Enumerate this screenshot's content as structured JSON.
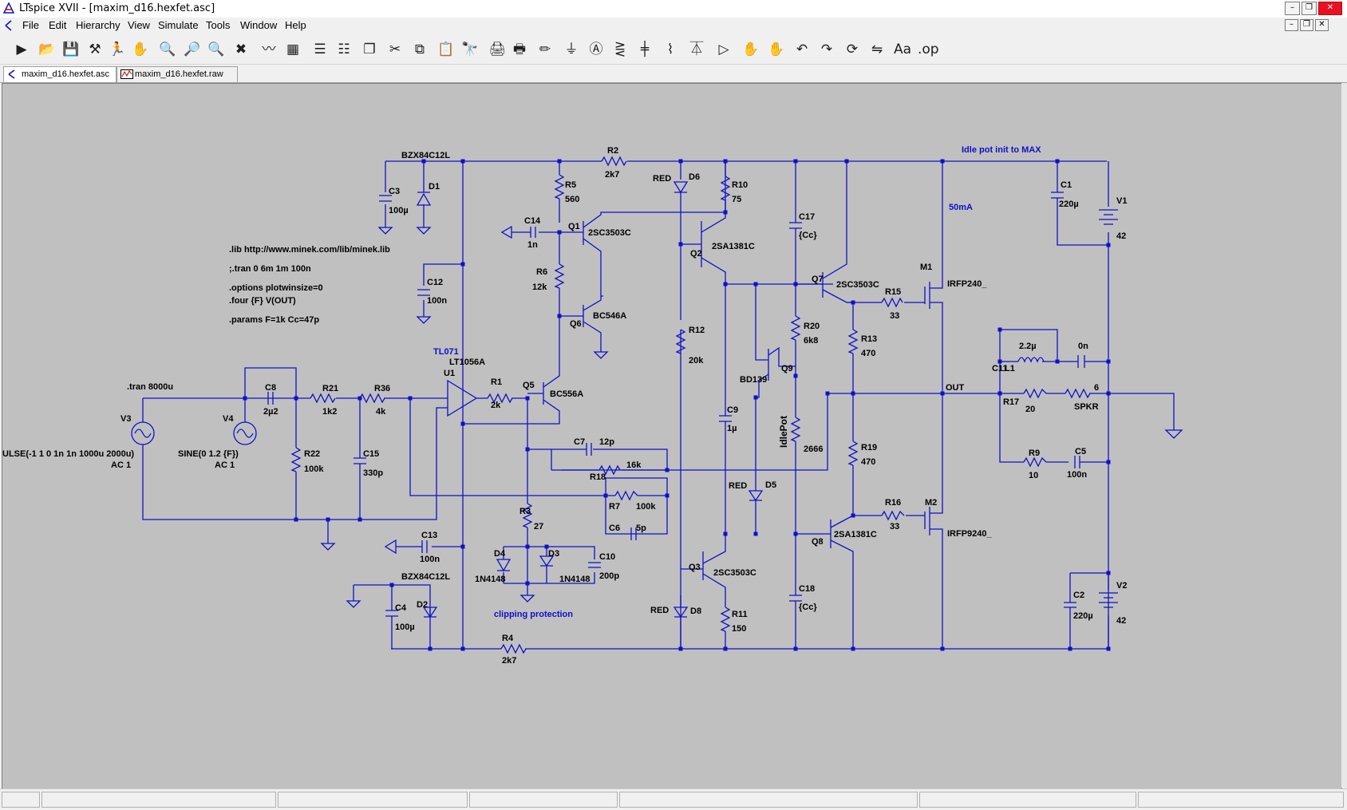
{
  "window": {
    "title": "LTspice XVII - [maxim_d16.hexfet.asc]"
  },
  "menu": [
    "File",
    "Edit",
    "Hierarchy",
    "View",
    "Simulate",
    "Tools",
    "Window",
    "Help"
  ],
  "toolbar_icons": [
    "run-icon",
    "open-icon",
    "save-icon",
    "control-panel-icon",
    "halt-icon",
    "pan-icon",
    "zoom-in-icon",
    "zoom-back-icon",
    "zoom-out-icon",
    "zoom-fit-icon",
    "autorange-icon",
    "grid-icon",
    "tile-vertical-icon",
    "tile-horizontal-icon",
    "cascade-icon",
    "cut-icon",
    "copy-icon",
    "paste-icon",
    "find-icon",
    "print-icon",
    "print-setup-icon",
    "draw-wire-icon",
    "ground-icon",
    "label-net-icon",
    "resistor-icon",
    "capacitor-icon",
    "inductor-icon",
    "diode-icon",
    "component-icon",
    "move-icon",
    "drag-icon",
    "undo-icon",
    "redo-icon",
    "rotate-icon",
    "mirror-icon",
    "text-icon",
    "spice-directive-icon"
  ],
  "tabs": [
    {
      "label": "maxim_d16.hexfet.asc",
      "active": true
    },
    {
      "label": "maxim_d16.hexfet.raw",
      "active": false
    }
  ],
  "schematic": {
    "directives": [
      ".lib http://www.minek.com/lib/minek.lib",
      ";.tran 0 6m 1m 100n",
      ".options plotwinsize=0",
      ".four {F} V(OUT)",
      ".params F=1k Cc=47p",
      ".tran 8000u"
    ],
    "notes": [
      "Idle pot init to MAX",
      "50mA",
      "clipping protection"
    ],
    "labels": {
      "bzx_top": "BZX84C12L",
      "bzx_bot": "BZX84C12L",
      "R2": "R2",
      "R2v": "2k7",
      "R5": "R5",
      "R5v": "560",
      "R6": "R6",
      "R6v": "12k",
      "R10": "R10",
      "R10v": "75",
      "R12": "R12",
      "R12v": "20k",
      "R20": "R20",
      "R20v": "6k8",
      "R13": "R13",
      "R13v": "470",
      "R19": "R19",
      "R19v": "470",
      "R15": "R15",
      "R15v": "33",
      "R16": "R16",
      "R16v": "33",
      "R11": "R11",
      "R11v": "150",
      "R1": "R1",
      "R1v": "2k",
      "R21": "R21",
      "R21v": "1k2",
      "R36": "R36",
      "R36v": "4k",
      "R22": "R22",
      "R22v": "100k",
      "R18": "R18",
      "R18v": "16k",
      "R7": "R7",
      "R7v": "100k",
      "R3": "R3",
      "R3v": "27",
      "R4": "R4",
      "R4v": "2k7",
      "R17": "R17",
      "R17v": "20",
      "R9": "R9",
      "R9v": "10",
      "IdlePot": "IdlePot",
      "IdlePotv": "2666",
      "C3": "C3",
      "C3v": "100µ",
      "C12": "C12",
      "C12v": "100n",
      "C14": "C14",
      "C14v": "1n",
      "C17": "C17",
      "C17v": "{Cc}",
      "C9": "C9",
      "C9v": "1µ",
      "C18": "C18",
      "C18v": "{Cc}",
      "C1": "C1",
      "C1v": "220µ",
      "C2": "C2",
      "C2v": "220µ",
      "C8": "C8",
      "C8v": "2µ2",
      "C15": "C15",
      "C15v": "330p",
      "C7": "C7",
      "C7v": "12p",
      "C6": "C6",
      "C6v": "5p",
      "C13": "C13",
      "C13v": "100n",
      "C10": "C10",
      "C10v": "200p",
      "C4": "C4",
      "C4v": "100µ",
      "C11": "C11",
      "C11v": "0n",
      "C5": "C5",
      "C5v": "100n",
      "L1": "L1",
      "L1v": "2.2µ",
      "D1": "D1",
      "D2": "D2",
      "D3": "D3",
      "D4": "D4",
      "D5": "D5",
      "D6": "D6",
      "D8": "D8",
      "RED": "RED",
      "n4148": "1N4148",
      "Q1": "Q1",
      "Q1v": "2SC3503C",
      "Q2": "Q2",
      "Q2v": "2SA1381C",
      "Q3": "Q3",
      "Q3v": "2SC3503C",
      "Q5": "Q5",
      "Q5v": "BC556A",
      "Q6": "Q6",
      "Q6v": "BC546A",
      "Q7": "Q7",
      "Q7v": "2SC3503C",
      "Q8": "Q8",
      "Q8v": "2SA1381C",
      "Q9": "Q9",
      "Q9v": "BD139",
      "M1": "M1",
      "M1v": "IRFP240_",
      "M2": "M2",
      "M2v": "IRFP9240_",
      "U1": "U1",
      "TL071": "TL071",
      "LT1056A": "LT1056A",
      "V1": "V1",
      "V1v": "42",
      "V2": "V2",
      "V2v": "42",
      "V3": "V3",
      "V3v": "ULSE(-1 1 0 1n 1n 1000u 2000u)",
      "V3ac": "AC 1",
      "V4": "V4",
      "V4v": "SINE(0 1.2 {F})",
      "V4ac": "AC 1",
      "OUT": "OUT",
      "SPKR": "SPKR",
      "SPKRv": "6"
    }
  },
  "colors": {
    "wire": "#1010c8",
    "canvas": "#c0c0c0",
    "text": "#000000",
    "comment": "#1010c8"
  }
}
